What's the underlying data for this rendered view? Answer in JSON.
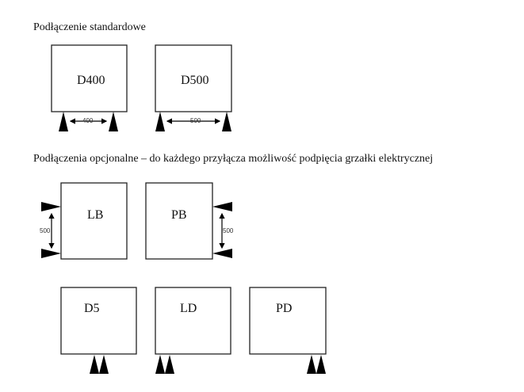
{
  "headings": {
    "standard": "Podłączenie standardowe",
    "optional": "Podłączenia opcjonalne  – do każdego przyłącza możliwość podpięcia grzałki elektrycznej"
  },
  "boxes": {
    "d400": {
      "label": "D400",
      "dimension": "400"
    },
    "d500": {
      "label": "D500",
      "dimension": "500"
    },
    "lb": {
      "label": "LB",
      "dimension": "500"
    },
    "pb": {
      "label": "PB",
      "dimension": "500"
    },
    "d5": {
      "label": "D5"
    },
    "ld": {
      "label": "LD"
    },
    "pd": {
      "label": "PD"
    }
  }
}
